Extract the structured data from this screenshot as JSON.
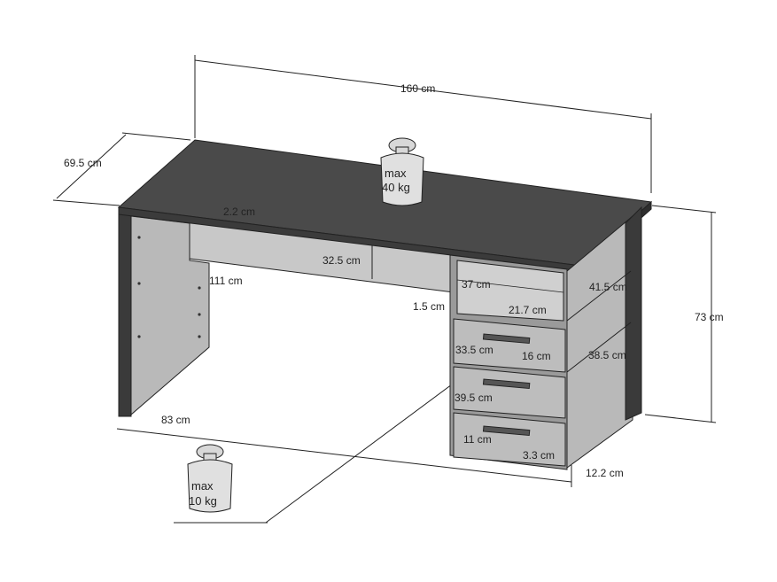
{
  "colors": {
    "top": "#4a4a4a",
    "panel": "#b9b9b9",
    "panel_dark": "#3a3a3a",
    "drawer": "#bdbdbd",
    "line": "#222222"
  },
  "dimensions": {
    "width": "160 cm",
    "depth": "69.5 cm",
    "height": "73 cm",
    "apron_gap": "2.2 cm",
    "apron_height": "32.5 cm",
    "knee_width": "111 cm",
    "shelf_thickness": "1.5 cm",
    "open_shelf_width": "37 cm",
    "open_shelf_depth": "41.5 cm",
    "open_shelf_height": "21.7 cm",
    "drawer_width": "33.5 cm",
    "drawer_height": "16 cm",
    "drawer_depth": "38.5 cm",
    "drawer_inner_width": "39.5 cm",
    "drawer_handle": "11 cm",
    "drawer_gap": "3.3 cm",
    "plinth": "12.2 cm",
    "leg_depth": "83 cm"
  },
  "weights": {
    "top_max": "max",
    "top_value": "40 kg",
    "drawer_max": "max",
    "drawer_value": "10 kg"
  },
  "icons": [
    "weight-icon-top",
    "weight-icon-drawer"
  ]
}
